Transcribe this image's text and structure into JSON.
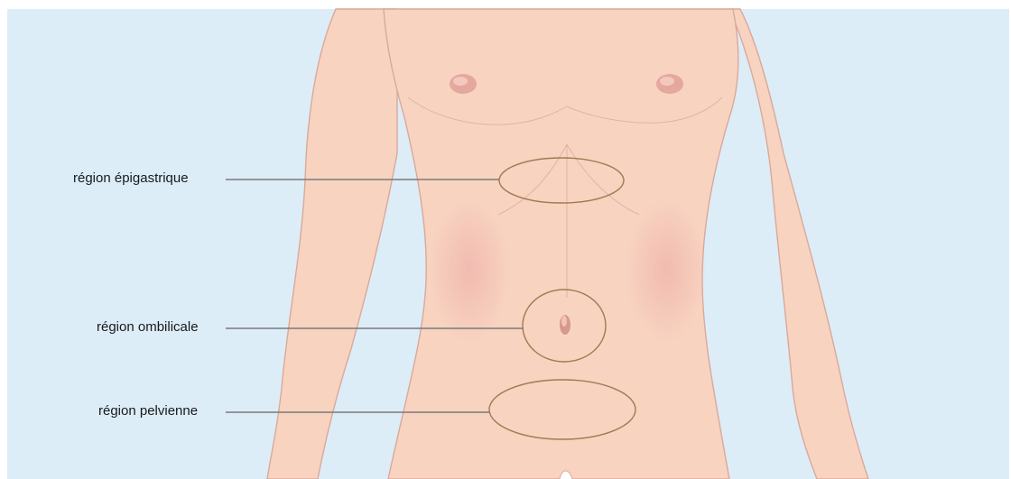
{
  "colors": {
    "background": "#dcedf8",
    "skin": "#f8d3c0",
    "skin_outline": "#d9a99a",
    "region_outline": "#a27a52",
    "leader_line": "#7a7a7a",
    "nipple": "#d99890",
    "blush": "#efb7b0"
  },
  "labels": [
    {
      "id": "epigastrique",
      "text": "région épigastrique"
    },
    {
      "id": "ombilicale",
      "text": "région ombilicale"
    },
    {
      "id": "pelvienne",
      "text": "région pelvienne"
    }
  ]
}
